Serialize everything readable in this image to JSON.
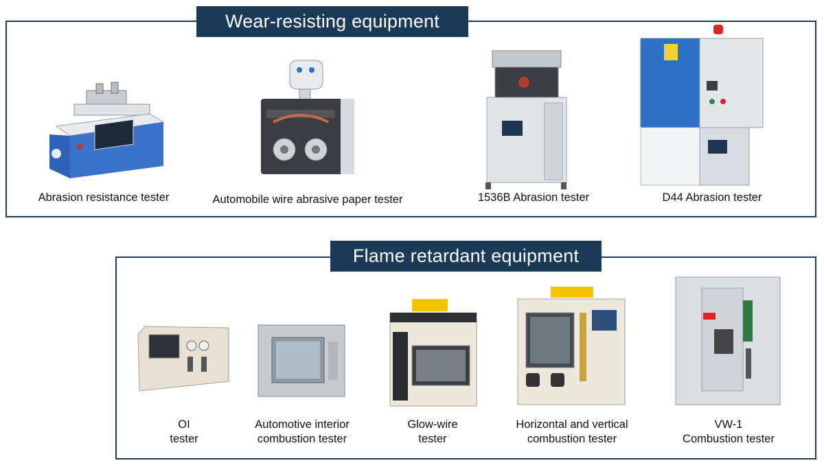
{
  "sections": {
    "wear": {
      "title": "Wear-resisting equipment",
      "items": [
        {
          "label": "Abrasion resistance tester"
        },
        {
          "label": "Automobile wire abrasive paper tester"
        },
        {
          "label": "1536B Abrasion tester"
        },
        {
          "label": "D44 Abrasion tester"
        }
      ]
    },
    "flame": {
      "title": "Flame retardant equipment",
      "items": [
        {
          "line1": "OI",
          "line2": "tester"
        },
        {
          "line1": "Automotive interior",
          "line2": "combustion tester"
        },
        {
          "line1": "Glow-wire",
          "line2": "tester"
        },
        {
          "line1": "Horizontal and vertical",
          "line2": "combustion tester"
        },
        {
          "line1": "VW-1",
          "line2": "Combustion tester"
        }
      ]
    }
  },
  "colors": {
    "banner": "#1b3a57",
    "frame": "#1f3a52"
  },
  "icons": {
    "machine": "equipment-photo"
  }
}
